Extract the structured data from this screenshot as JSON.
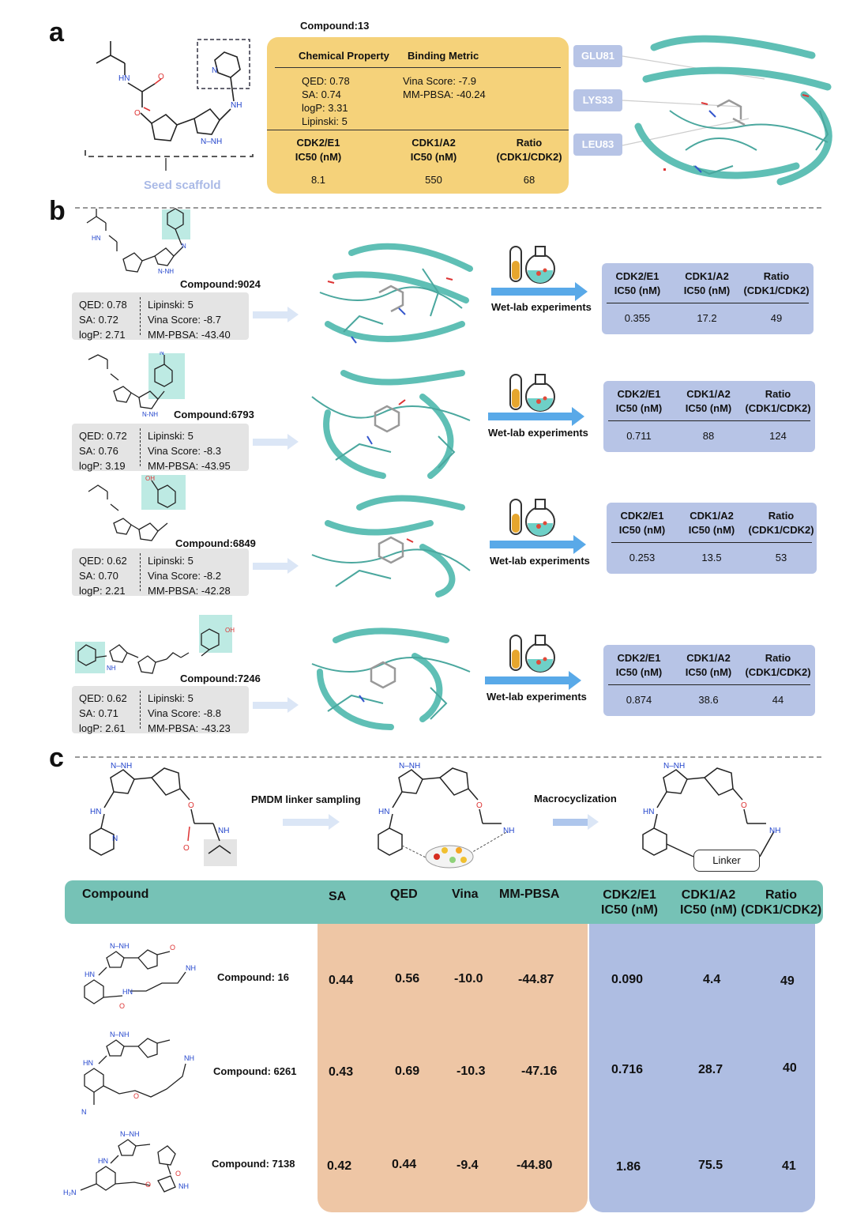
{
  "panels": {
    "a": "a",
    "b": "b",
    "c": "c"
  },
  "panel_a": {
    "compound_title": "Compound:13",
    "seed_label": "Seed scaffold",
    "chemical_property_header": "Chemical Property",
    "binding_metric_header": "Binding Metric",
    "props": [
      "QED: 0.78",
      "SA: 0.74",
      "logP: 3.31",
      "Lipinski: 5"
    ],
    "binding": [
      "Vina Score:  -7.9",
      "MM-PBSA: -40.24"
    ],
    "ic50_headers": [
      [
        "CDK2/E1",
        "IC50 (nM)"
      ],
      [
        "CDK1/A2",
        "IC50 (nM)"
      ],
      [
        "Ratio",
        "(CDK1/CDK2)"
      ]
    ],
    "ic50_values": [
      "8.1",
      "550",
      "68"
    ],
    "residues": [
      "GLU81",
      "LYS33",
      "LEU83"
    ]
  },
  "panel_b": {
    "wetlab_label": "Wet-lab experiments",
    "headers": [
      [
        "CDK2/E1",
        "IC50 (nM)"
      ],
      [
        "CDK1/A2",
        "IC50 (nM)"
      ],
      [
        "Ratio",
        "(CDK1/CDK2)"
      ]
    ],
    "compounds": [
      {
        "name": "Compound:9024",
        "left": [
          "QED: 0.78",
          "SA: 0.72",
          "logP: 2.71"
        ],
        "right": [
          "Lipinski: 5",
          "Vina Score:  -8.7",
          "MM-PBSA: -43.40"
        ],
        "values": [
          "0.355",
          "17.2",
          "49"
        ]
      },
      {
        "name": "Compound:6793",
        "left": [
          "QED: 0.72",
          "SA: 0.76",
          "logP: 3.19"
        ],
        "right": [
          "Lipinski: 5",
          "Vina Score:  -8.3",
          "MM-PBSA: -43.95"
        ],
        "values": [
          "0.711",
          "88",
          "124"
        ]
      },
      {
        "name": "Compound:6849",
        "left": [
          "QED: 0.62",
          "SA: 0.70",
          "logP: 2.21"
        ],
        "right": [
          "Lipinski: 5",
          "Vina Score:  -8.2",
          "MM-PBSA: -42.28"
        ],
        "values": [
          "0.253",
          "13.5",
          "53"
        ]
      },
      {
        "name": "Compound:7246",
        "left": [
          "QED: 0.62",
          "SA: 0.71",
          "logP: 2.61"
        ],
        "right": [
          "Lipinski: 5",
          "Vina Score:  -8.8",
          "MM-PBSA: -43.23"
        ],
        "values": [
          "0.874",
          "38.6",
          "44"
        ]
      }
    ]
  },
  "panel_c": {
    "step1": "PMDM linker sampling",
    "step2": "Macrocyclization",
    "linker_label": "Linker",
    "table_headers": {
      "compound": "Compound",
      "sa": "SA",
      "qed": "QED",
      "vina": "Vina",
      "mmpbsa": "MM-PBSA",
      "cdk2": [
        "CDK2/E1",
        "IC50 (nM)"
      ],
      "cdk1": [
        "CDK1/A2",
        "IC50 (nM)"
      ],
      "ratio": [
        "Ratio",
        "(CDK1/CDK2)"
      ]
    },
    "rows": [
      {
        "name": "Compound: 16",
        "sa": "0.44",
        "qed": "0.56",
        "vina": "-10.0",
        "mmpbsa": "-44.87",
        "cdk2": "0.090",
        "cdk1": "4.4",
        "ratio": "49"
      },
      {
        "name": "Compound: 6261",
        "sa": "0.43",
        "qed": "0.69",
        "vina": "-10.3",
        "mmpbsa": "-47.16",
        "cdk2": "0.716",
        "cdk1": "28.7",
        "ratio": "40"
      },
      {
        "name": "Compound: 7138",
        "sa": "0.42",
        "qed": "0.44",
        "vina": "-9.4",
        "mmpbsa": "-44.80",
        "cdk2": "1.86",
        "cdk1": "75.5",
        "ratio": "41"
      }
    ]
  },
  "colors": {
    "yellow": "#f5d27a",
    "blue_box": "#b7c4e6",
    "teal": "#76c2b6",
    "orange": "#eec6a5",
    "protein": "#5fbfb5",
    "arrow": "#59a9e8"
  }
}
